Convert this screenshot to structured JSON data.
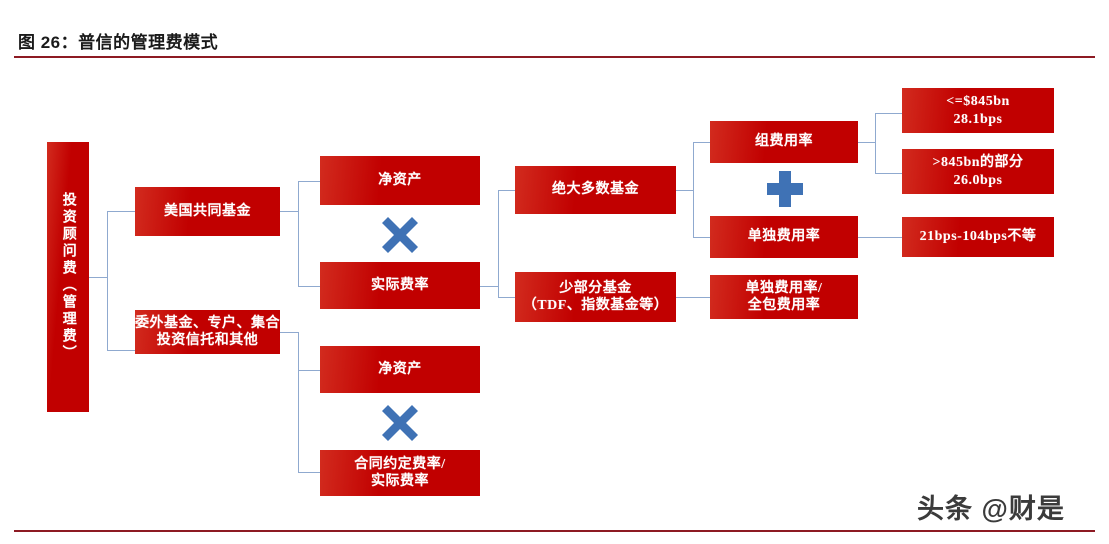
{
  "header": {
    "title": "图 26：普信的管理费模式"
  },
  "diagram": {
    "root": {
      "label": "投资顾问费（管理费）"
    },
    "level2": [
      {
        "label": "美国共同基金"
      },
      {
        "label": "委外基金、专户、集合\n投资信托和其他"
      }
    ],
    "level3": [
      {
        "label": "净资产"
      },
      {
        "label": "实际费率"
      },
      {
        "label": "净资产"
      },
      {
        "label": "合同约定费率/\n实际费率"
      }
    ],
    "level4": [
      {
        "label": "绝大多数基金"
      },
      {
        "label": "少部分基金\n（TDF、指数基金等）"
      }
    ],
    "level5": [
      {
        "label": "组费用率"
      },
      {
        "label": "单独费用率"
      },
      {
        "label": "单独费用率/\n全包费用率"
      }
    ],
    "level6": [
      {
        "label": "<=$845bn\n28.1bps"
      },
      {
        "label": ">845bn的部分\n26.0bps"
      },
      {
        "label": "21bps-104bps不等"
      }
    ],
    "operators": [
      {
        "name": "multiply-upper",
        "symbol": "×"
      },
      {
        "name": "multiply-lower",
        "symbol": "×"
      },
      {
        "name": "plus",
        "symbol": "+"
      }
    ]
  },
  "watermark": {
    "text": "头条 @财是"
  },
  "colors": {
    "box_red": "#c10000",
    "rule_dark_red": "#8d1a23",
    "connector_blue": "#8fa9cf",
    "operator_blue": "#3f72b5",
    "text_white": "#ffffff"
  }
}
